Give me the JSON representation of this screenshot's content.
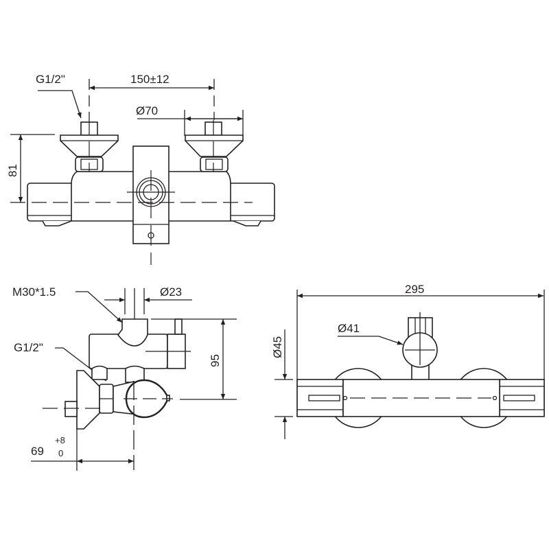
{
  "front_view": {
    "inlet_thread_label": "G1/2\"",
    "inlet_spacing_label": "150±12",
    "flange_diameter_label": "Ø70",
    "height_label": "81"
  },
  "side_view": {
    "outlet_thread_label": "M30*1.5",
    "outlet_diameter_label": "Ø23",
    "inlet_thread_label": "G1/2\"",
    "height_label": "95",
    "depth_label": "69",
    "depth_tolerance_upper": "+8",
    "depth_tolerance_lower": "0"
  },
  "top_view": {
    "width_label": "295",
    "knob_diameter_label": "Ø41",
    "body_diameter_label": "Ø45"
  },
  "colors": {
    "line": "#231f20",
    "background": "#ffffff"
  }
}
